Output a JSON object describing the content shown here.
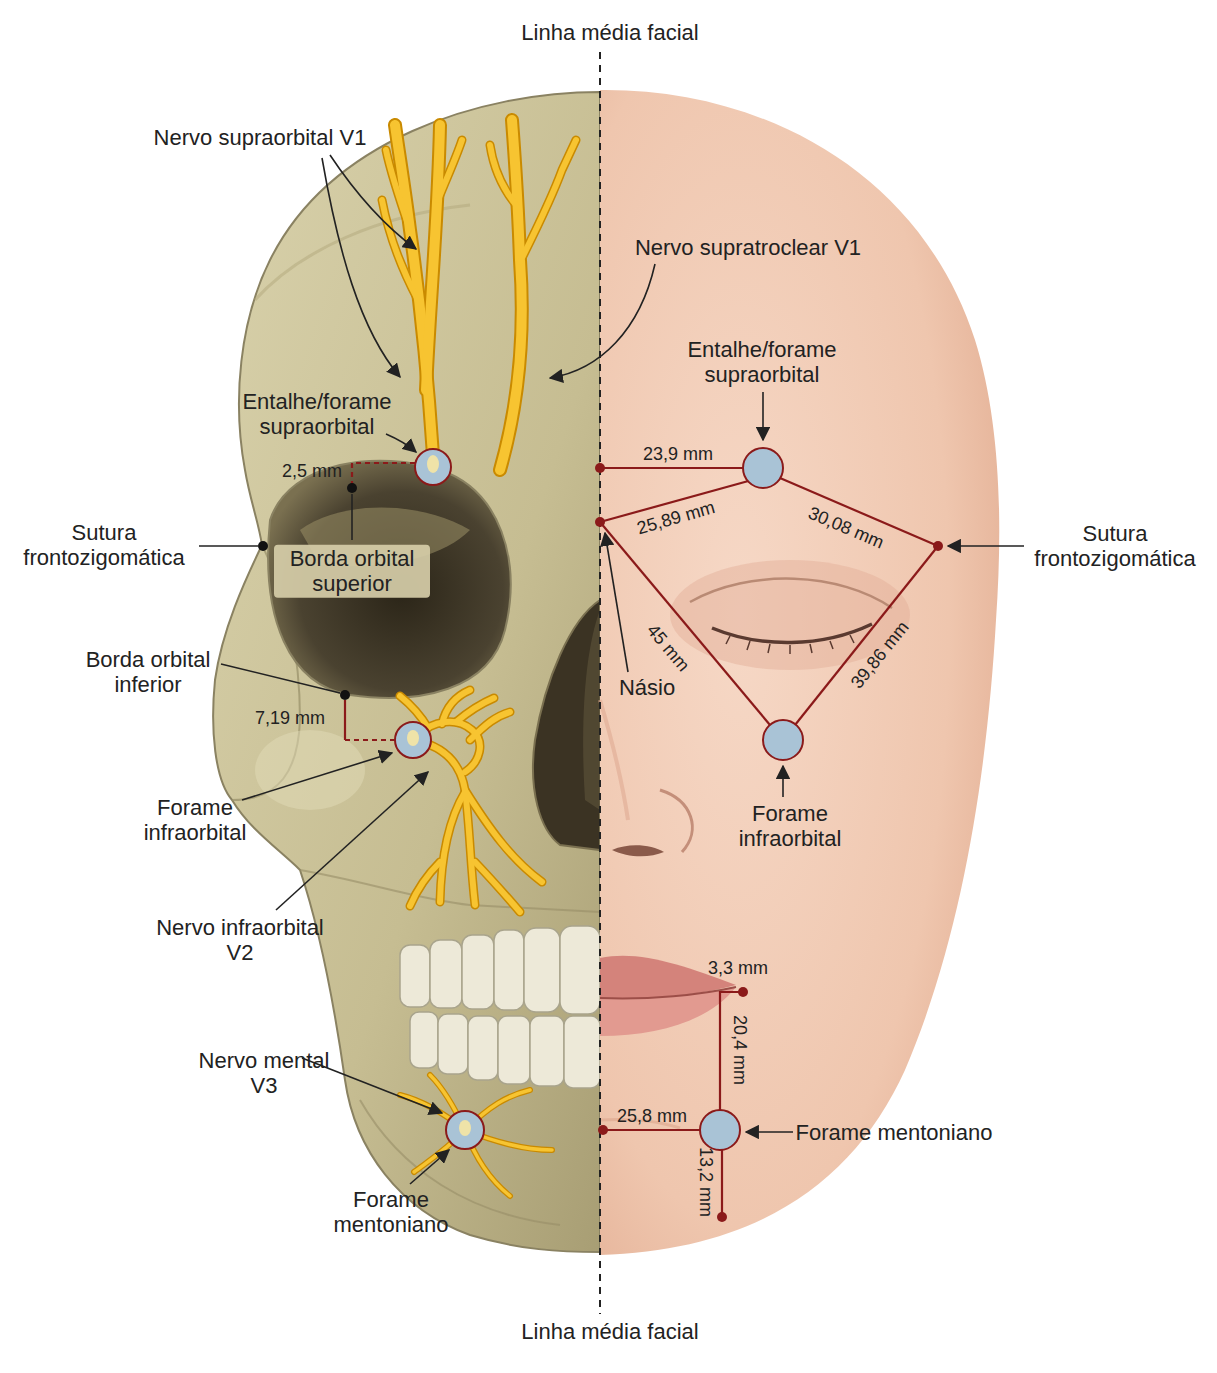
{
  "diagram": {
    "labels": [
      "Linha média facial",
      "Nervo supraorbital V1",
      "Nervo supratroclear V1",
      "Entalhe/forame supraorbital",
      "Entalhe/forame supraorbital",
      "2,5 mm",
      "23,9 mm",
      "25,89 mm",
      "30,08 mm",
      "Sutura frontozigomática",
      "Sutura frontozigomática",
      "Borda orbital superior",
      "45 mm",
      "39,86 mm",
      "Násio",
      "Borda orbital inferior",
      "7,19 mm",
      "Forame infraorbital",
      "Forame infraorbital",
      "Nervo infraorbital V2",
      "3,3 mm",
      "20,4 mm",
      "Nervo mental V3",
      "Forame mentoniano",
      "25,8 mm",
      "13,2 mm",
      "Forame mentoniano",
      "Linha média facial"
    ]
  }
}
